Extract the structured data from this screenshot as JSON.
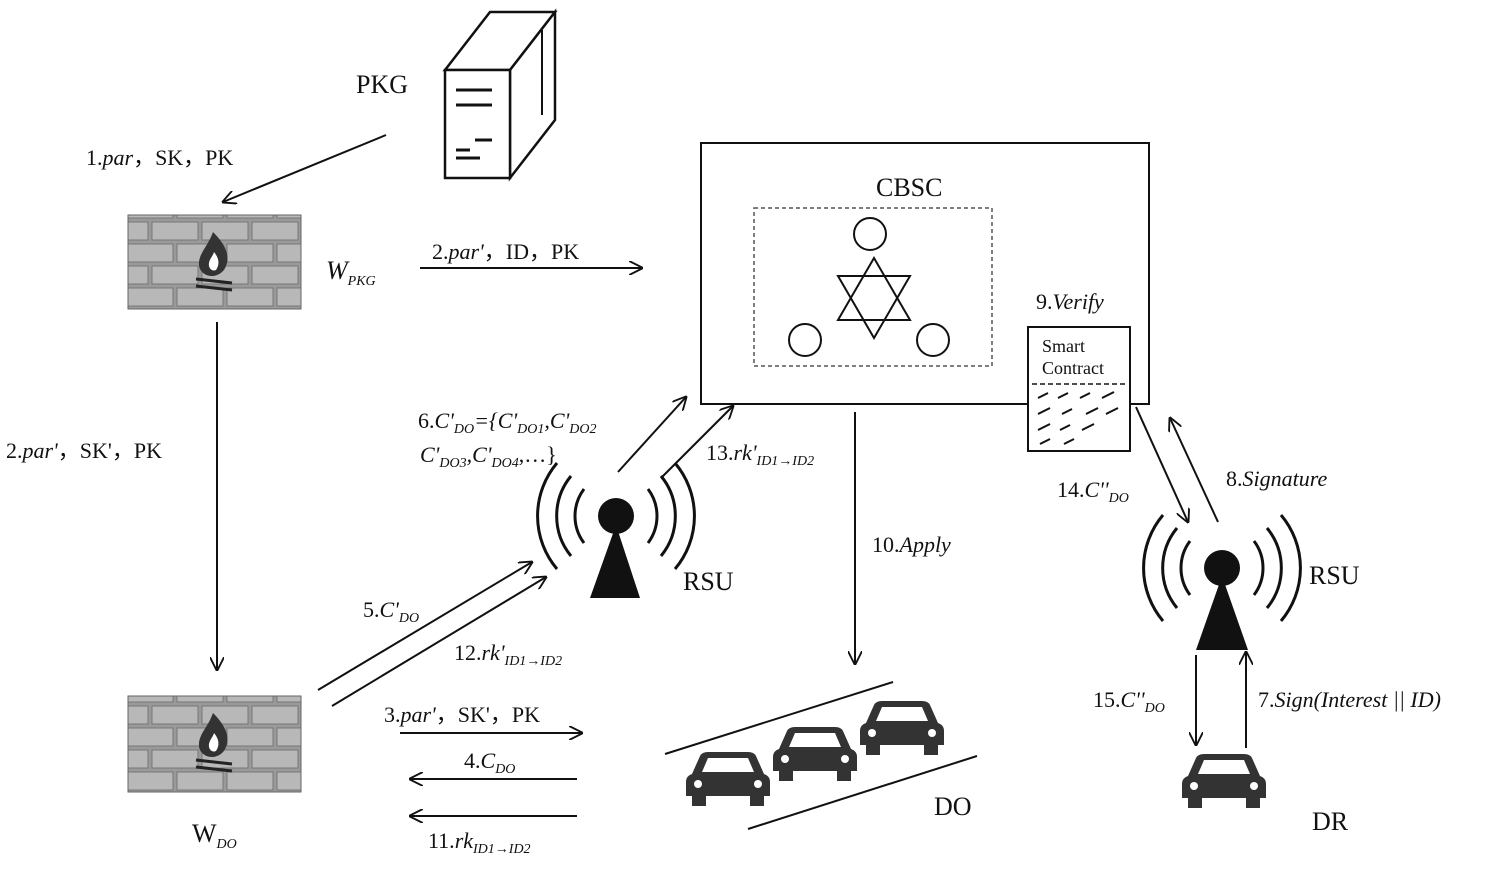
{
  "nodes": {
    "pkg": "PKG",
    "w_pkg_main": "W",
    "w_pkg_sub": "PKG",
    "w_do_main": "W",
    "w_do_sub": "DO",
    "cbsc": "CBSC",
    "smart_contract_line1": "Smart",
    "smart_contract_line2": "Contract",
    "rsu_left": "RSU",
    "rsu_right": "RSU",
    "do": "DO",
    "dr": "DR"
  },
  "arrows": {
    "a1": {
      "prefix": "1.",
      "var": "par",
      "rest": "，SK，PK"
    },
    "a2_right": {
      "prefix": "2.",
      "var": "par'",
      "rest": "，ID，PK"
    },
    "a2_down": {
      "prefix": "2.",
      "var": "par'",
      "rest": "，SK'，PK"
    },
    "a3": {
      "prefix": "3.",
      "var": "par'",
      "rest": "，SK'，PK"
    },
    "a4": {
      "prefix": "4.",
      "main": "C",
      "sub": "DO"
    },
    "a5": {
      "prefix": "5.",
      "main": "C'",
      "sub": "DO"
    },
    "a6_line1": {
      "prefix": "6.",
      "main": "C'",
      "sub": "DO",
      "eq": "={C'",
      "s1": "DO1",
      "comma": ",C'",
      "s2": "DO2"
    },
    "a6_line2": {
      "main": "C'",
      "s3": "DO3",
      "comma": ",C'",
      "s4": "DO4",
      "tail": ",…}"
    },
    "a7": {
      "prefix": "7.",
      "text": "Sign(Interest || ID)"
    },
    "a8": {
      "prefix": "8.",
      "text": "Signature"
    },
    "a9": {
      "prefix": "9.",
      "text": "Verify"
    },
    "a10": {
      "prefix": "10.",
      "text": "Apply"
    },
    "a11": {
      "prefix": "11.",
      "main": "rk",
      "sub": "ID1→ID2"
    },
    "a12": {
      "prefix": "12.",
      "main": "rk'",
      "sub": "ID1→ID2"
    },
    "a13": {
      "prefix": "13.",
      "main": "rk'",
      "sub": "ID1→ID2"
    },
    "a14": {
      "prefix": "14.",
      "main": "C''",
      "sub": "DO"
    },
    "a15": {
      "prefix": "15.",
      "main": "C''",
      "sub": "DO"
    }
  }
}
